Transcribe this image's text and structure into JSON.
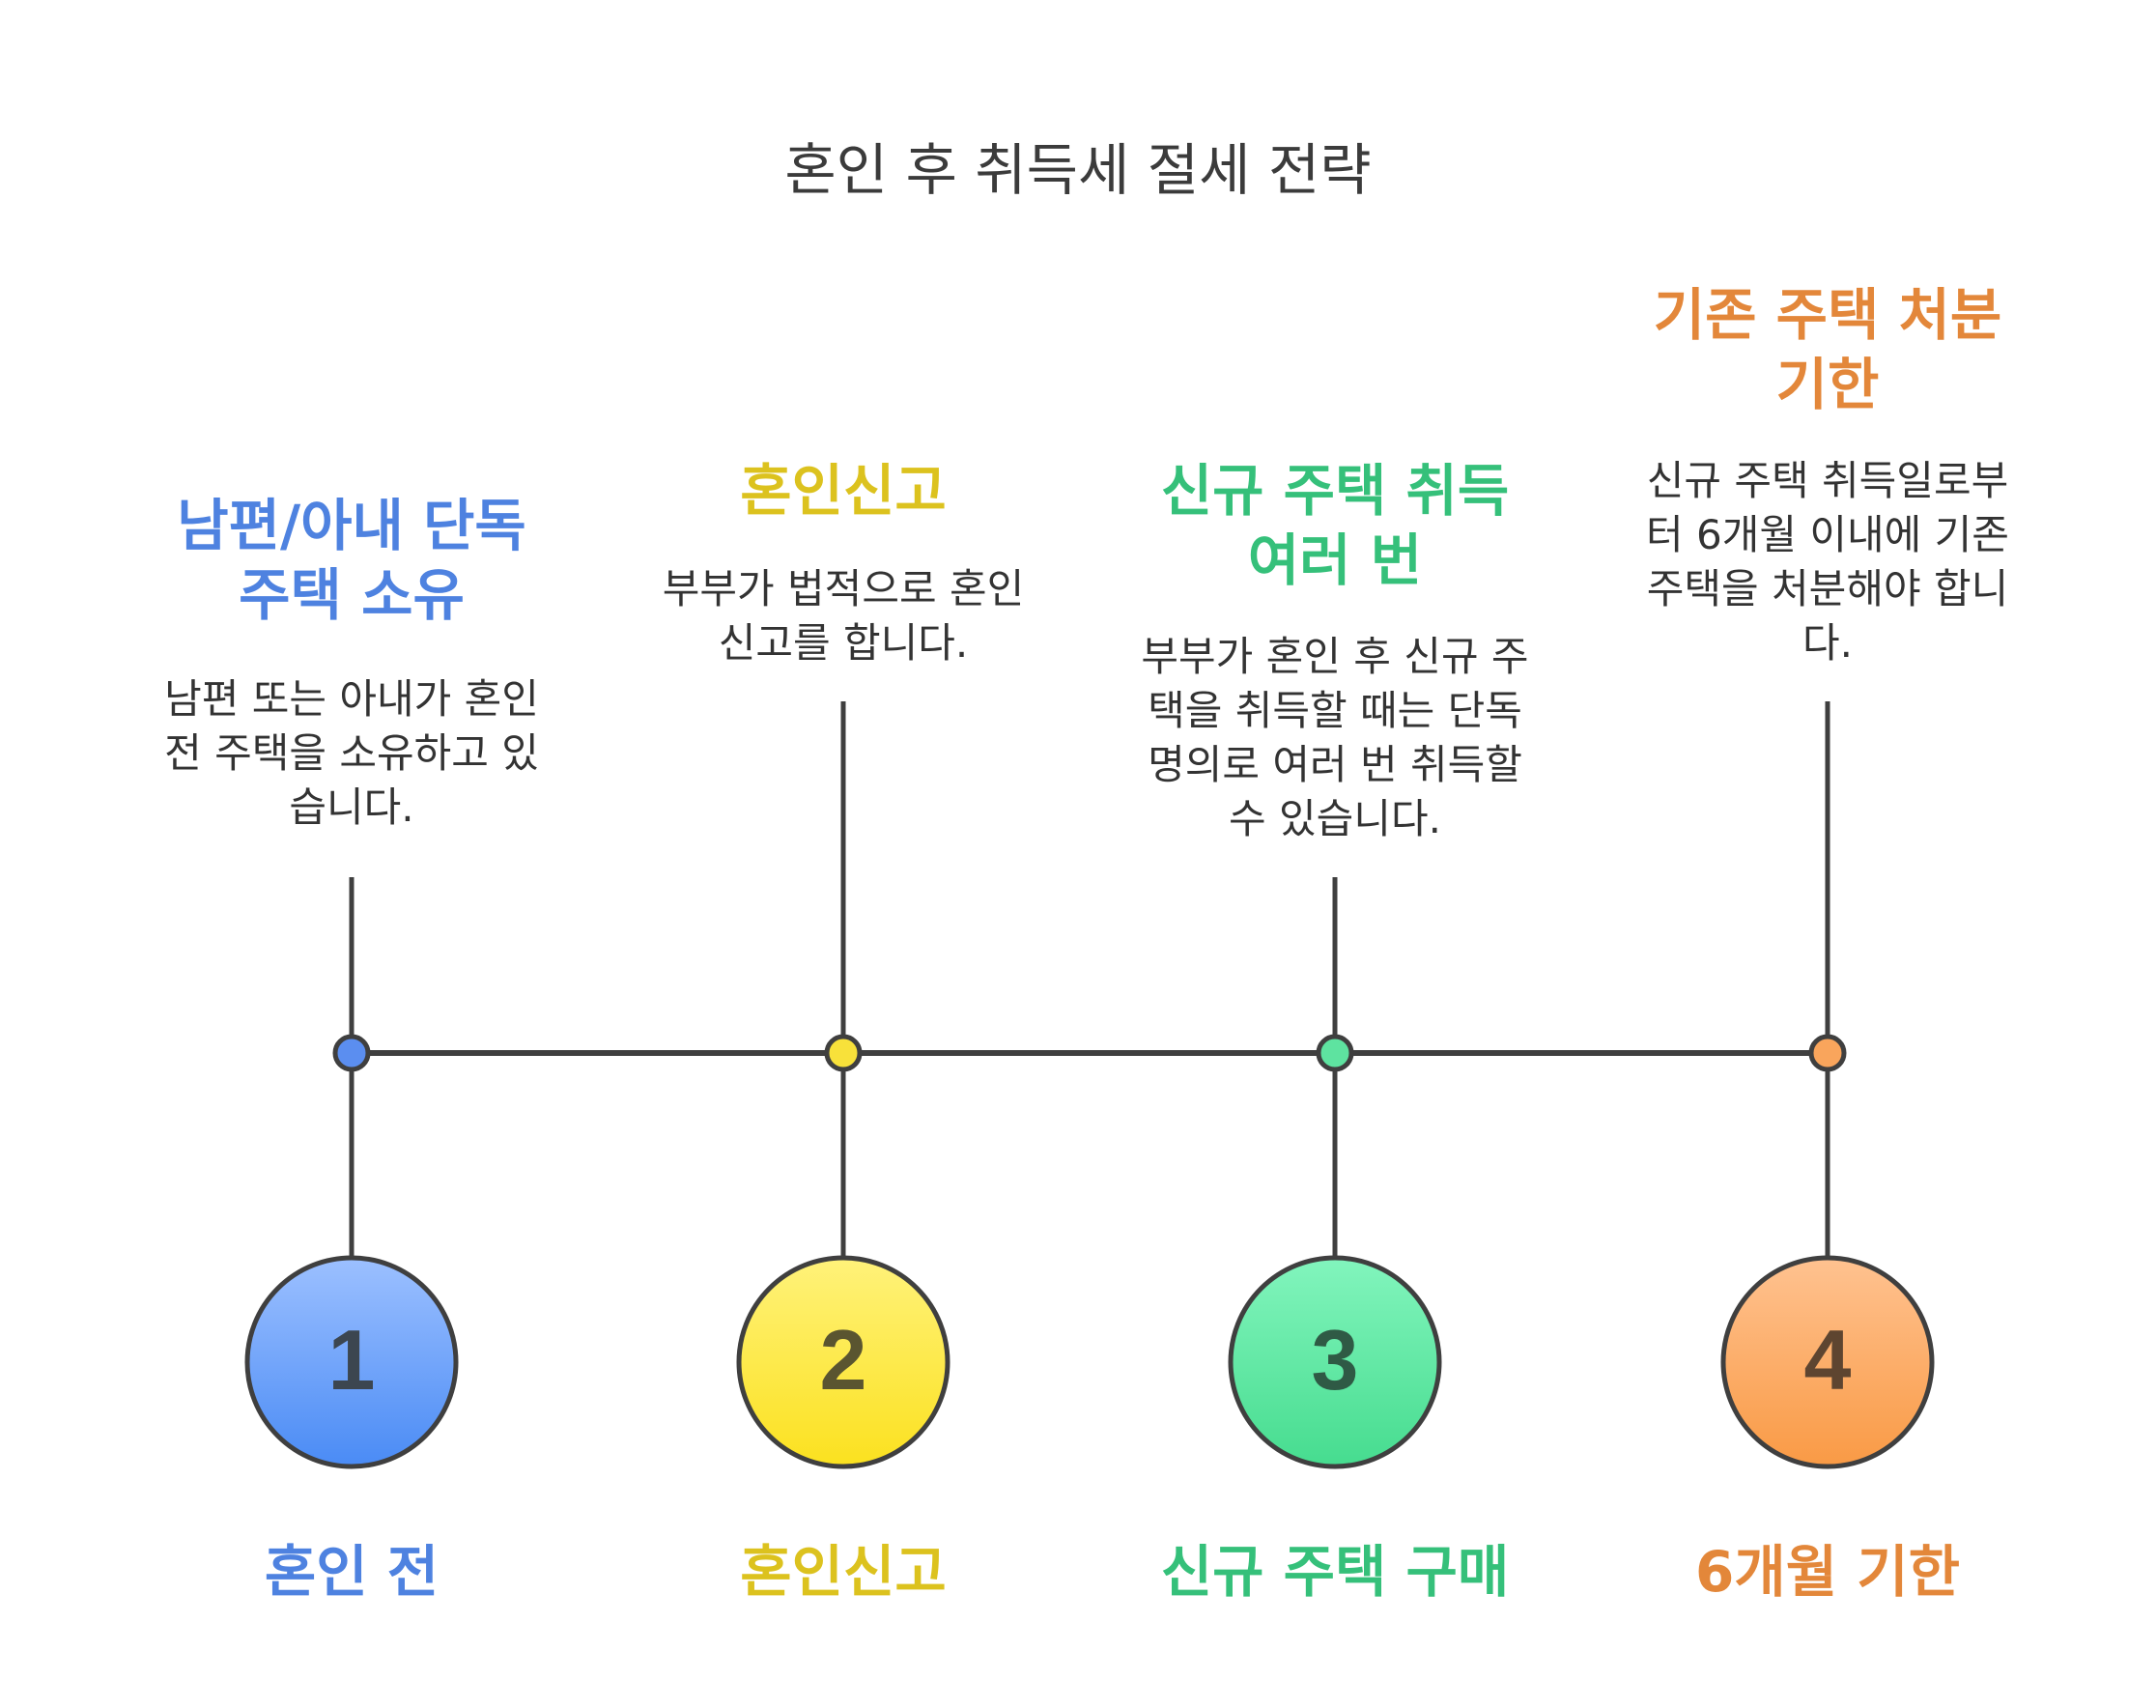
{
  "title": "혼인 후 취득세 절세 전략",
  "steps": [
    {
      "number": "1",
      "heading": "남편/아내 단독\n주택 소유",
      "description": "남편 또는 아내가 혼인\n전 주택을 소유하고 있\n습니다.",
      "label": "혼인 전",
      "color": "#4e82e0",
      "circle_top": "#9cc0ff",
      "circle_bottom": "#4a8bf5"
    },
    {
      "number": "2",
      "heading": "혼인신고",
      "description": "부부가 법적으로 혼인\n신고를 합니다.",
      "label": "혼인신고",
      "color": "#dcc21e",
      "circle_top": "#fff27a",
      "circle_bottom": "#fbe11f"
    },
    {
      "number": "3",
      "heading": "신규 주택 취득\n여러 번",
      "description": "부부가 혼인 후 신규 주\n택을 취득할 때는 단독\n명의로 여러 번 취득할\n수 있습니다.",
      "label": "신규 주택 구매",
      "color": "#35c07a",
      "circle_top": "#82f5bd",
      "circle_bottom": "#46dc8f"
    },
    {
      "number": "4",
      "heading": "기존 주택 처분\n기한",
      "description": "신규 주택 취득일로부\n터 6개월 이내에 기존\n주택을 처분해야 합니\n다.",
      "label": "6개월 기한",
      "color": "#e3873a",
      "circle_top": "#ffc290",
      "circle_bottom": "#f99a45"
    }
  ]
}
